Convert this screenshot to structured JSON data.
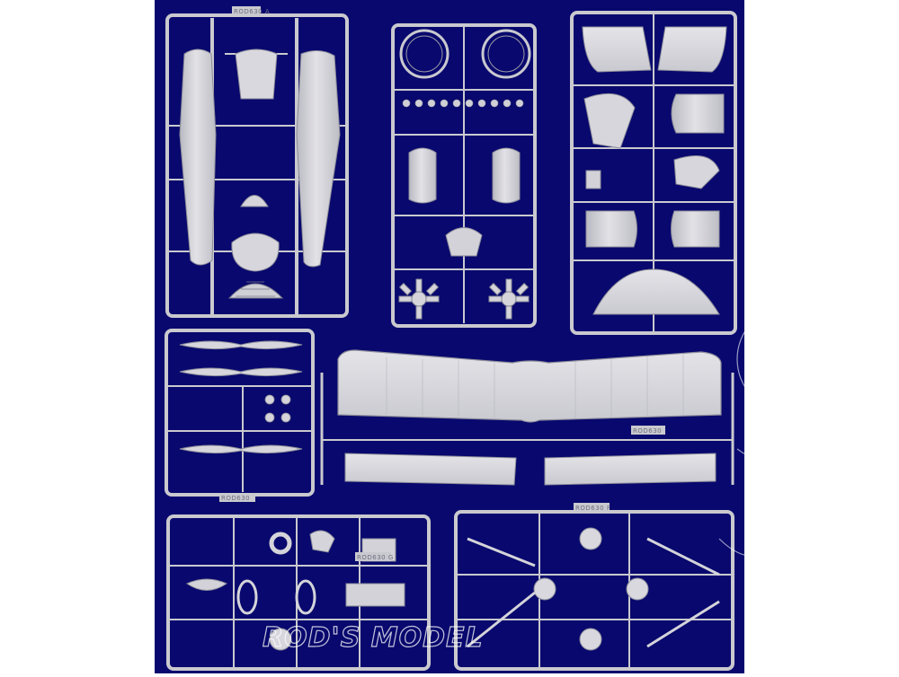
{
  "image": {
    "subject": "plastic model kit sprues on blue background",
    "colors": {
      "background": "#08086e",
      "sprue_frame": "#c9c9cf",
      "part_fill": "#d6d6dc",
      "part_stroke": "#8c8c9a",
      "shadow": "#a8a8b2"
    }
  },
  "sprue_tags": {
    "top_left": "ROD630 A",
    "right_wing": "ROD630",
    "bottom_left": "ROD630",
    "bottom_left_b": "ROD630 G",
    "bottom_right": "ROD630 F"
  },
  "watermark": {
    "text": "ROD'S MODEL"
  }
}
